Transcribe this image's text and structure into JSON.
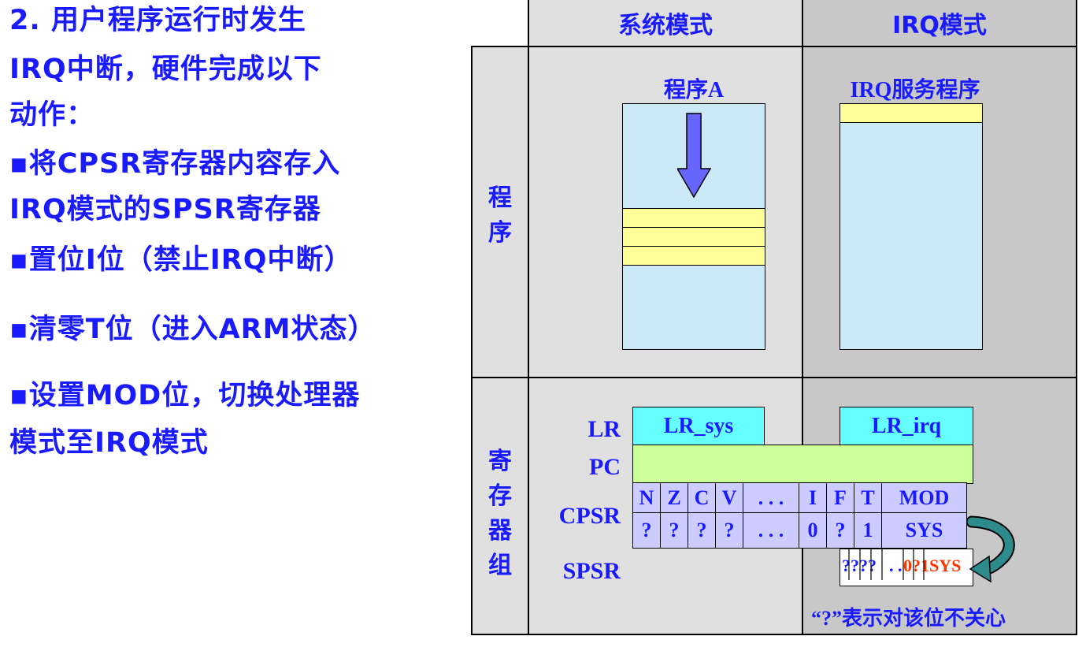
{
  "left_text": {
    "line1": "2. 用户程序运行时发生",
    "line2": "IRQ中断，硬件完成以下",
    "line3": "动作：",
    "line4": "▪将CPSR寄存器内容存入",
    "line5": "IRQ模式的SPSR寄存器",
    "line6": "▪置位I位（禁止IRQ中断）",
    "line7": "▪清零T位（进入ARM状态）",
    "line8": "▪设置MOD位，切换处理器",
    "line9": "模式至IRQ模式"
  },
  "table": {
    "col_sys": "系统模式",
    "col_irq": "IRQ模式",
    "row_program": "程序",
    "row_registers": "寄存器组"
  },
  "program": {
    "sys_title": "程序A",
    "irq_title": "IRQ服务程序"
  },
  "registers": {
    "lr_label": "LR",
    "pc_label": "PC",
    "cpsr_label": "CPSR",
    "spsr_label": "SPSR",
    "lr_sys": "LR_sys",
    "lr_irq": "LR_irq",
    "cpsr_headers": [
      "N",
      "Z",
      "C",
      "V",
      ". . .",
      "I",
      "F",
      "T",
      "MOD"
    ],
    "cpsr_values": [
      "?",
      "?",
      "?",
      "?",
      ". . .",
      "0",
      "?",
      "1",
      "SYS"
    ],
    "spsr_marks": "????",
    "spsr_dots": ". .",
    "spsr_value_red": "0?1SYS"
  },
  "note": "“?”表示对该位不关心",
  "colors": {
    "text_blue": "#1a1aff",
    "panel_light": "#e0e0e0",
    "panel_dark": "#c8c8c8",
    "program_fill": "#cce9f7",
    "highlight_yellow": "#ffff99",
    "pc_green": "#ccff99",
    "lr_cyan": "#66ffff",
    "cpsr_fill": "#ccccff",
    "arrow_blue": "#6666ff",
    "curve_arrow": "#2e8b8b",
    "red": "#ff3300"
  }
}
